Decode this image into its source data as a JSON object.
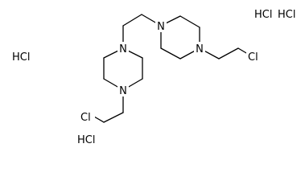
{
  "molecule": {
    "atoms": {
      "n_upper_left": "N",
      "n_upper_right": "N",
      "n_lower_left": "N",
      "n_lower_right": "N",
      "cl_left": "Cl",
      "cl_right": "Cl"
    },
    "salts": [
      "HCl",
      "HCl",
      "HCl",
      "HCl"
    ]
  },
  "colors": {
    "bond": "#000000",
    "text": "#000000",
    "background": "#ffffff"
  }
}
